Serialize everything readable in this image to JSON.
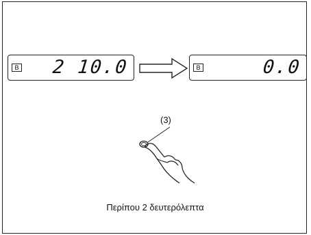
{
  "display_before": {
    "mode_label": "B",
    "value": "2 10.0"
  },
  "display_after": {
    "mode_label": "B",
    "value": "0.0"
  },
  "callout_label": "(3)",
  "caption": "Περίπου 2 δευτερόλεπτα"
}
